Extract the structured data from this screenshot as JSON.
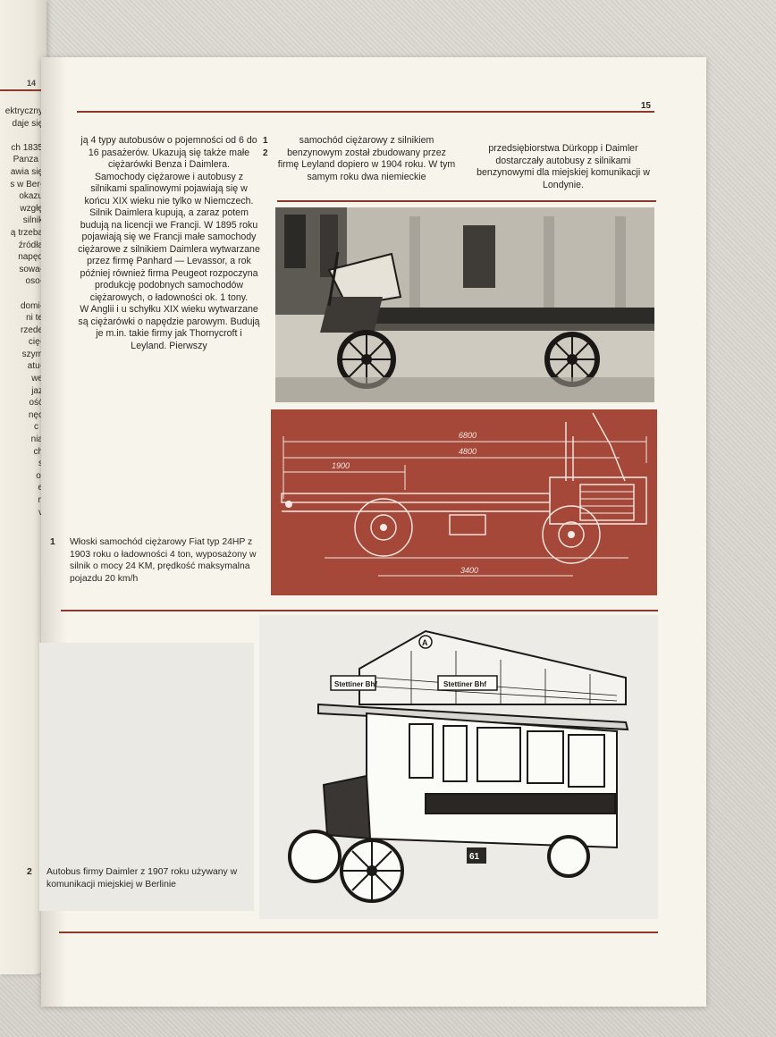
{
  "left_page": {
    "page_number": "14",
    "fragments": [
      "ektryczny",
      "daje się",
      "",
      "ch 1835",
      "Panza i",
      "awia się",
      "s w Ber-",
      "okazu",
      "wzgłę",
      "silnik",
      "ą trzeba",
      "źródła",
      "napęd",
      "sowa-",
      "oso-",
      "",
      "domi-",
      "ni te",
      "rzede",
      "cię-",
      "szym",
      "atu-",
      "we",
      "jaz",
      "ość",
      "nęc",
      "c i",
      "nią",
      "ch",
      "s",
      "ol",
      "e",
      "n",
      "v"
    ]
  },
  "page_number": "15",
  "column1": [
    "ją 4 typy autobusów o pojemności od 6 do 16 pasażerów. Ukazują się także małe ciężarówki Benza i Daimlera.",
    "Samochody ciężarowe i autobusy z silnikami spalinowymi pojawiają się w końcu XIX wieku nie tylko w Niemczech. Silnik Daimlera kupują, a zaraz potem budują na licencji we Francji. W 1895 roku pojawiają się we Francji małe samochody ciężarowe z silnikiem Daimlera wytwarzane przez firmę Panhard — Levassor, a rok później również firma Peugeot rozpoczyna produkcję podobnych samochodów ciężarowych, o ładowności ok. 1 tony.",
    "W Anglii i u schyłku XIX wieku wytwarzane są ciężarówki o napędzie parowym. Budują je m.in. takie firmy jak Thornycroft i Leyland. Pierwszy"
  ],
  "markers": [
    "1",
    "2"
  ],
  "column2": "samochód ciężarowy z silnikiem benzynowym został zbudowany przez firmę Leyland dopiero w 1904 roku. W tym samym roku dwa niemieckie",
  "column3": "przedsiębiorstwa Dürkopp i Daimler dostarczały autobusy z silnikami benzynowymi dla miejskiej komunikacji w Londynie.",
  "diagram": {
    "dim_total": "6800",
    "dim_body": "4800",
    "dim_front": "1900",
    "dim_wheelbase": "3400"
  },
  "caption1": {
    "number": "1",
    "text": "Włoski samochód ciężarowy Fiat typ 24HP z 1903 roku o ładowności 4 ton, wyposażony w silnik o mocy 24 KM, prędkość maksymalna pojazdu 20 km/h"
  },
  "bus": {
    "sign_left": "Stettiner Bhf",
    "sign_top": "Stettiner Bhf",
    "route_number": "61",
    "route_letter": "A"
  },
  "caption2": {
    "number": "2",
    "text": "Autobus firmy Daimler z 1907 roku używany w komunikacji miejskiej w Berlinie"
  },
  "colors": {
    "rule": "#8a3a2c",
    "diagram_bg": "#a5483a",
    "paper": "#f7f4ec"
  }
}
